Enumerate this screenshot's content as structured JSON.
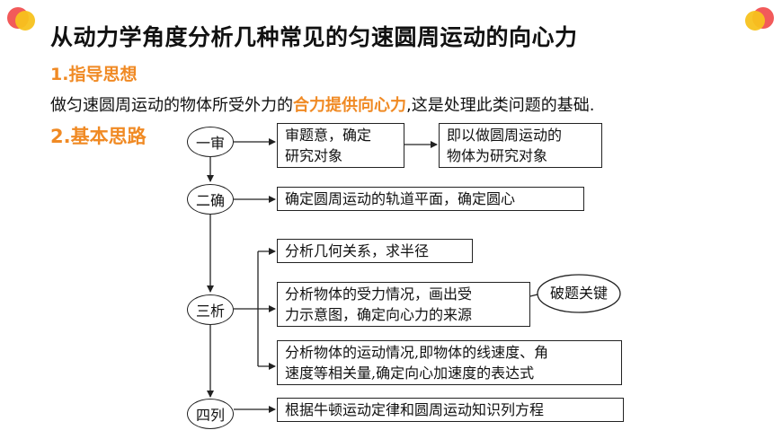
{
  "title": "从动力学角度分析几种常见的匀速圆周运动的向心力",
  "section1": {
    "heading": "1.指导思想",
    "text_before": "做匀速圆周运动的物体所受外力的",
    "highlight": "合力提供向心力",
    "text_after": ",这是处理此类问题的基础."
  },
  "section2": {
    "heading": "2.基本思路"
  },
  "flow": {
    "step1": {
      "label": "一审",
      "box1": [
        "审题意，确定",
        "研究对象"
      ],
      "box2": [
        "即以做圆周运动的",
        "物体为研究对象"
      ]
    },
    "step2": {
      "label": "二确",
      "box": [
        "确定圆周运动的轨道平面，确定圆心"
      ]
    },
    "step3": {
      "label": "三析",
      "box1": [
        "分析几何关系，求半径"
      ],
      "box2": [
        "分析物体的受力情况，画出受",
        "力示意图，确定向心力的来源"
      ],
      "box3": [
        "分析物体的运动情况,即物体的线速度、角",
        "速度等相关量,确定向心加速度的表达式"
      ],
      "callout": "破题关键"
    },
    "step4": {
      "label": "四列",
      "box": [
        "根据牛顿运动定律和圆周运动知识列方程"
      ]
    }
  },
  "colors": {
    "accent": "#f08a24",
    "dot_red": "#f25a5a",
    "dot_yellow": "#f7c21d"
  }
}
